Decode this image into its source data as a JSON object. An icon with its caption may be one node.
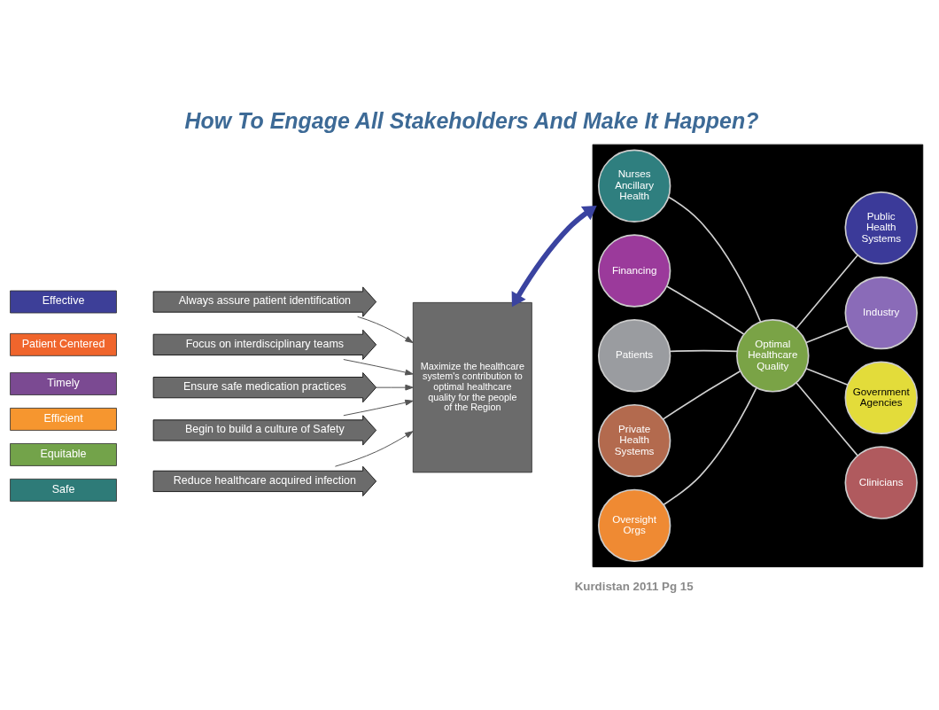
{
  "diagram": {
    "title": "How To Engage All Stakeholders And Make It Happen?",
    "nodes": [
      {
        "text": [
          "Reduce healthcare acquired infection"
        ]
      },
      {
        "text": [
          "Always assure patient identification"
        ]
      },
      {
        "text": [
          "Focus on interdisciplinary teams"
        ]
      },
      {
        "text": [
          "Ensure safe medication practices"
        ]
      },
      {
        "text": [
          "Begin to build a culture of Safety"
        ]
      },
      {
        "text": [
          "Safe"
        ]
      },
      {
        "text": [
          "Effective"
        ]
      },
      {
        "text": [
          "Patient Centered"
        ]
      },
      {
        "text": [
          "Timely"
        ]
      },
      {
        "text": [
          "Efficient"
        ]
      },
      {
        "text": [
          "Equitable"
        ]
      },
      {
        "text": [
          "Maximize the healthcare system's contribution to optimal healthcare quality for the people of the Region"
        ]
      },
      {
        "text": [],
        "shape": "box"
      },
      {
        "text": [
          "Nurses Ancillary Health"
        ],
        "in": 12
      },
      {
        "text": [
          "Financing"
        ],
        "in": 12
      },
      {
        "text": [
          "Clinicians"
        ],
        "in": 12
      },
      {
        "text": [
          "Patients"
        ],
        "in": 12
      },
      {
        "text": [
          "Optimal Healthcare Quality"
        ],
        "in": 12
      },
      {
        "text": [
          "Government Agencies"
        ],
        "in": 12
      },
      {
        "text": [
          "Private Health Systems"
        ],
        "in": 12
      },
      {
        "text": [
          "Industry"
        ],
        "in": 12
      },
      {
        "text": [
          "Oversight Orgs"
        ],
        "in": 12
      },
      {
        "text": [
          "Public Health Systems"
        ],
        "in": 12
      }
    ],
    "edges": [
      {
        "from": 0,
        "to": 11,
        "arrow": "to",
        "color": "#555555"
      },
      {
        "from": 1,
        "to": 11,
        "arrow": "to",
        "color": "#555555"
      },
      {
        "from": 2,
        "to": 11,
        "arrow": "to",
        "color": "#555555"
      },
      {
        "from": 3,
        "to": 11,
        "arrow": "to",
        "color": "#555555"
      },
      {
        "from": 4,
        "to": 11,
        "arrow": "to",
        "color": "#555555"
      },
      {
        "from": 11,
        "to": 12,
        "arrow": "both",
        "style": "thick",
        "color": "#3a43a0"
      },
      {
        "from": 17,
        "to": 13,
        "arrow": "none"
      },
      {
        "from": 17,
        "to": 14,
        "arrow": "none"
      },
      {
        "from": 17,
        "to": 15,
        "arrow": "none"
      },
      {
        "from": 17,
        "to": 16,
        "arrow": "none"
      },
      {
        "from": 17,
        "to": 18,
        "arrow": "none"
      },
      {
        "from": 17,
        "to": 19,
        "arrow": "none"
      },
      {
        "from": 17,
        "to": 20,
        "arrow": "none"
      },
      {
        "from": 17,
        "to": 21,
        "arrow": "none"
      },
      {
        "from": 17,
        "to": 22,
        "arrow": "none"
      }
    ],
    "labels": [
      "Kurdistan 2011 Pg 15"
    ]
  }
}
